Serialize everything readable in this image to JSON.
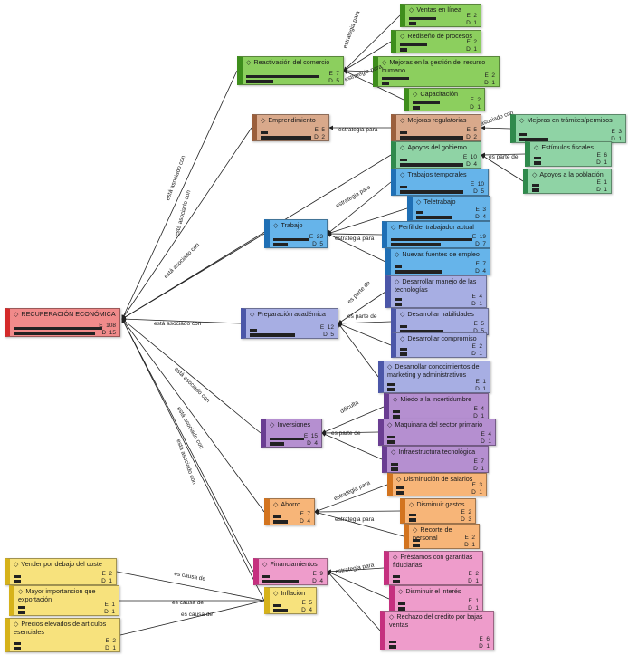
{
  "colors": {
    "red": "#f08a8a",
    "redEdge": "#d42a2a",
    "green": "#8ccf5e",
    "greenEdge": "#3e8e1c",
    "brown": "#d9a98b",
    "brownEdge": "#9b5f3c",
    "mint": "#8fd3a5",
    "mintEdge": "#2f8a4c",
    "blue": "#66b4ea",
    "blueEdge": "#1f6fb5",
    "periwinkle": "#a7aee3",
    "periEdge": "#4b56a8",
    "purple": "#b58fd0",
    "purpleEdge": "#6a3d92",
    "orange": "#f7b578",
    "orangeEdge": "#d3741f",
    "pink": "#ee9ccb",
    "pinkEdge": "#c5307f",
    "yellow": "#f7e27d",
    "yellowEdge": "#d6b21a"
  },
  "nodes": [
    {
      "id": "recuperacion",
      "label": "RECUPERACIÓN ECONÓMICA",
      "E": "108",
      "D": "15",
      "color": "red"
    },
    {
      "id": "reactivacion",
      "label": "Reactivación del comercio",
      "E": "7",
      "D": "5",
      "color": "green"
    },
    {
      "id": "ventas",
      "label": "Ventas en línea",
      "E": "2",
      "D": "1",
      "color": "green"
    },
    {
      "id": "rediseno",
      "label": "Rediseño de procesos",
      "E": "2",
      "D": "1",
      "color": "green"
    },
    {
      "id": "mejoras_rh",
      "label": "Mejoras en la gestión del recurso humano",
      "E": "2",
      "D": "1",
      "color": "green"
    },
    {
      "id": "capacitacion",
      "label": "Capacitación",
      "E": "2",
      "D": "1",
      "color": "green"
    },
    {
      "id": "emprendimiento",
      "label": "Emprendimiento",
      "E": "5",
      "D": "2",
      "color": "brown"
    },
    {
      "id": "mejoras_reg",
      "label": "Mejoras regulatorias",
      "E": "5",
      "D": "2",
      "color": "brown"
    },
    {
      "id": "mejoras_tram",
      "label": "Mejoras en trámites/permisos",
      "E": "3",
      "D": "1",
      "color": "mint"
    },
    {
      "id": "apoyos_gob",
      "label": "Apoyos del gobierno",
      "E": "10",
      "D": "4",
      "color": "mint"
    },
    {
      "id": "estimulos",
      "label": "Estímulos fiscales",
      "E": "6",
      "D": "1",
      "color": "mint"
    },
    {
      "id": "apoyos_pob",
      "label": "Apoyos a la población",
      "E": "1",
      "D": "1",
      "color": "mint"
    },
    {
      "id": "trabajos_temp",
      "label": "Trabajos temporales",
      "E": "10",
      "D": "5",
      "color": "blue"
    },
    {
      "id": "teletrabajo",
      "label": "Teletrabajo",
      "E": "3",
      "D": "4",
      "color": "blue"
    },
    {
      "id": "trabajo",
      "label": "Trabajo",
      "E": "23",
      "D": "5",
      "color": "blue"
    },
    {
      "id": "perfil",
      "label": "Perfil del trabajador actual",
      "E": "19",
      "D": "7",
      "color": "blue"
    },
    {
      "id": "nuevas_fuentes",
      "label": "Nuevas fuentes de empleo",
      "E": "7",
      "D": "4",
      "color": "blue"
    },
    {
      "id": "desarrollar_tec",
      "label": "Desarrollar manejo de las tecnologías",
      "E": "4",
      "D": "1",
      "color": "periwinkle"
    },
    {
      "id": "prep_acad",
      "label": "Preparación académica",
      "E": "12",
      "D": "5",
      "color": "periwinkle"
    },
    {
      "id": "desarrollar_hab",
      "label": "Desarrollar habilidades",
      "E": "5",
      "D": "5",
      "color": "periwinkle"
    },
    {
      "id": "desarrollar_comp",
      "label": "Desarrollar compromiso",
      "E": "2",
      "D": "1",
      "color": "periwinkle"
    },
    {
      "id": "desarrollar_con",
      "label": "Desarrollar conocimientos de marketing y administrativos",
      "E": "1",
      "D": "1",
      "color": "periwinkle"
    },
    {
      "id": "miedo",
      "label": "Miedo a la incertidumbre",
      "E": "4",
      "D": "1",
      "color": "purple"
    },
    {
      "id": "inversiones",
      "label": "Inversiones",
      "E": "15",
      "D": "4",
      "color": "purple"
    },
    {
      "id": "maquinaria",
      "label": "Maquinaria del sector primario",
      "E": "4",
      "D": "1",
      "color": "purple"
    },
    {
      "id": "infraestructura",
      "label": "Infraestructura tecnológica",
      "E": "7",
      "D": "1",
      "color": "purple"
    },
    {
      "id": "disminucion_sal",
      "label": "Disminución de salarios",
      "E": "3",
      "D": "1",
      "color": "orange"
    },
    {
      "id": "ahorro",
      "label": "Ahorro",
      "E": "7",
      "D": "4",
      "color": "orange"
    },
    {
      "id": "disminuir_gastos",
      "label": "Disminuir gastos",
      "E": "2",
      "D": "3",
      "color": "orange"
    },
    {
      "id": "recorte",
      "label": "Recorte de personal",
      "E": "2",
      "D": "1",
      "color": "orange"
    },
    {
      "id": "prestamos",
      "label": "Préstamos con garantías fiduciarias",
      "E": "2",
      "D": "1",
      "color": "pink"
    },
    {
      "id": "financiamientos",
      "label": "Financiamientos",
      "E": "9",
      "D": "4",
      "color": "pink"
    },
    {
      "id": "disminuir_interes",
      "label": "Disminuir el interés",
      "E": "1",
      "D": "1",
      "color": "pink"
    },
    {
      "id": "rechazo",
      "label": "Rechazo del crédito por bajas ventas",
      "E": "6",
      "D": "1",
      "color": "pink"
    },
    {
      "id": "vender",
      "label": "Vender por debajo del coste",
      "E": "2",
      "D": "1",
      "color": "yellow"
    },
    {
      "id": "mayor_importacion",
      "label": "Mayor importancion que exportación",
      "E": "1",
      "D": "1",
      "color": "yellow"
    },
    {
      "id": "inflacion",
      "label": "Inflación",
      "E": "5",
      "D": "4",
      "color": "yellow"
    },
    {
      "id": "precios",
      "label": "Precios elevados de artículos esenciales",
      "E": "2",
      "D": "1",
      "color": "yellow"
    }
  ],
  "edge_labels": {
    "estrategia_para": "estrategia para",
    "esta_asociado": "está asociado con",
    "es_parte_de": "es parte de",
    "asociado_con": "asociado con",
    "dificulta": "dificulta",
    "es_causa_de": "es causa de"
  }
}
